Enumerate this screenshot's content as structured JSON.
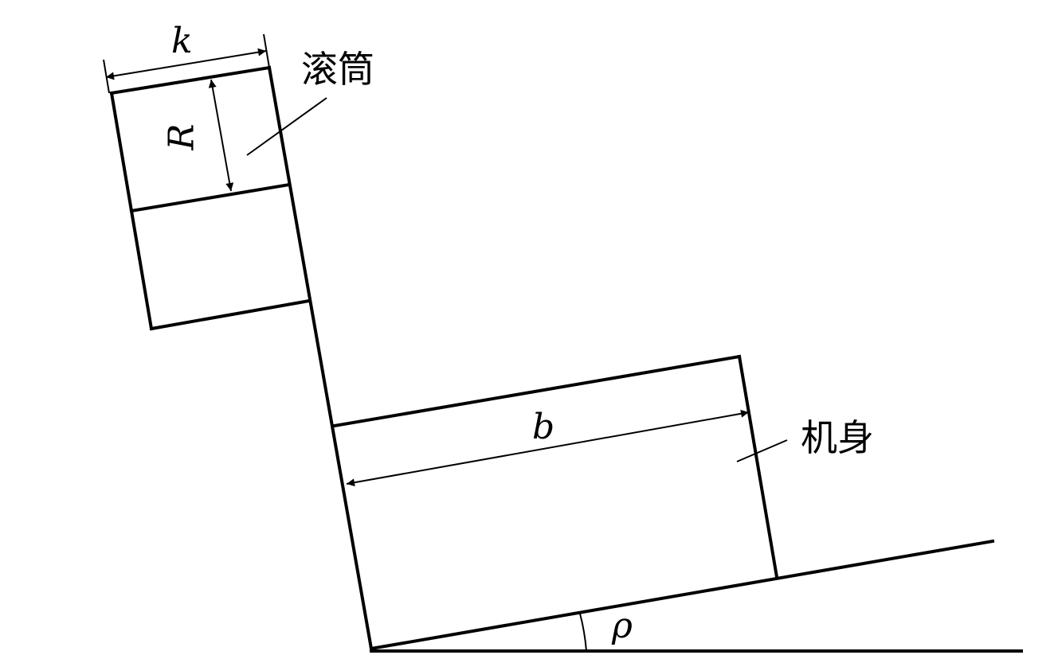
{
  "labels": {
    "k": "k",
    "R": "R",
    "b": "b",
    "rho": "ρ",
    "drum": "滚筒",
    "body": "机身"
  },
  "colors": {
    "line": "#000000",
    "background": "#ffffff"
  }
}
